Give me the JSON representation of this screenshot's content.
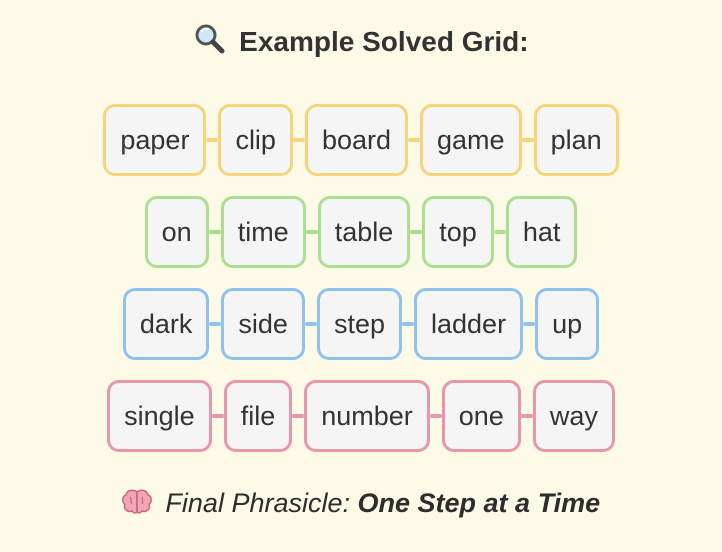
{
  "title": {
    "icon": "magnifier-icon",
    "text": "Example Solved Grid:"
  },
  "rows": [
    {
      "color": "#f5d47a",
      "words": [
        "paper",
        "clip",
        "board",
        "game",
        "plan"
      ]
    },
    {
      "color": "#a9df8f",
      "words": [
        "on",
        "time",
        "table",
        "top",
        "hat"
      ]
    },
    {
      "color": "#8fc2ec",
      "words": [
        "dark",
        "side",
        "step",
        "ladder",
        "up"
      ]
    },
    {
      "color": "#e897a8",
      "words": [
        "single",
        "file",
        "number",
        "one",
        "way"
      ]
    }
  ],
  "footer": {
    "icon": "brain-icon",
    "label": "Final Phrasicle:",
    "answer": "One Step at a Time"
  }
}
